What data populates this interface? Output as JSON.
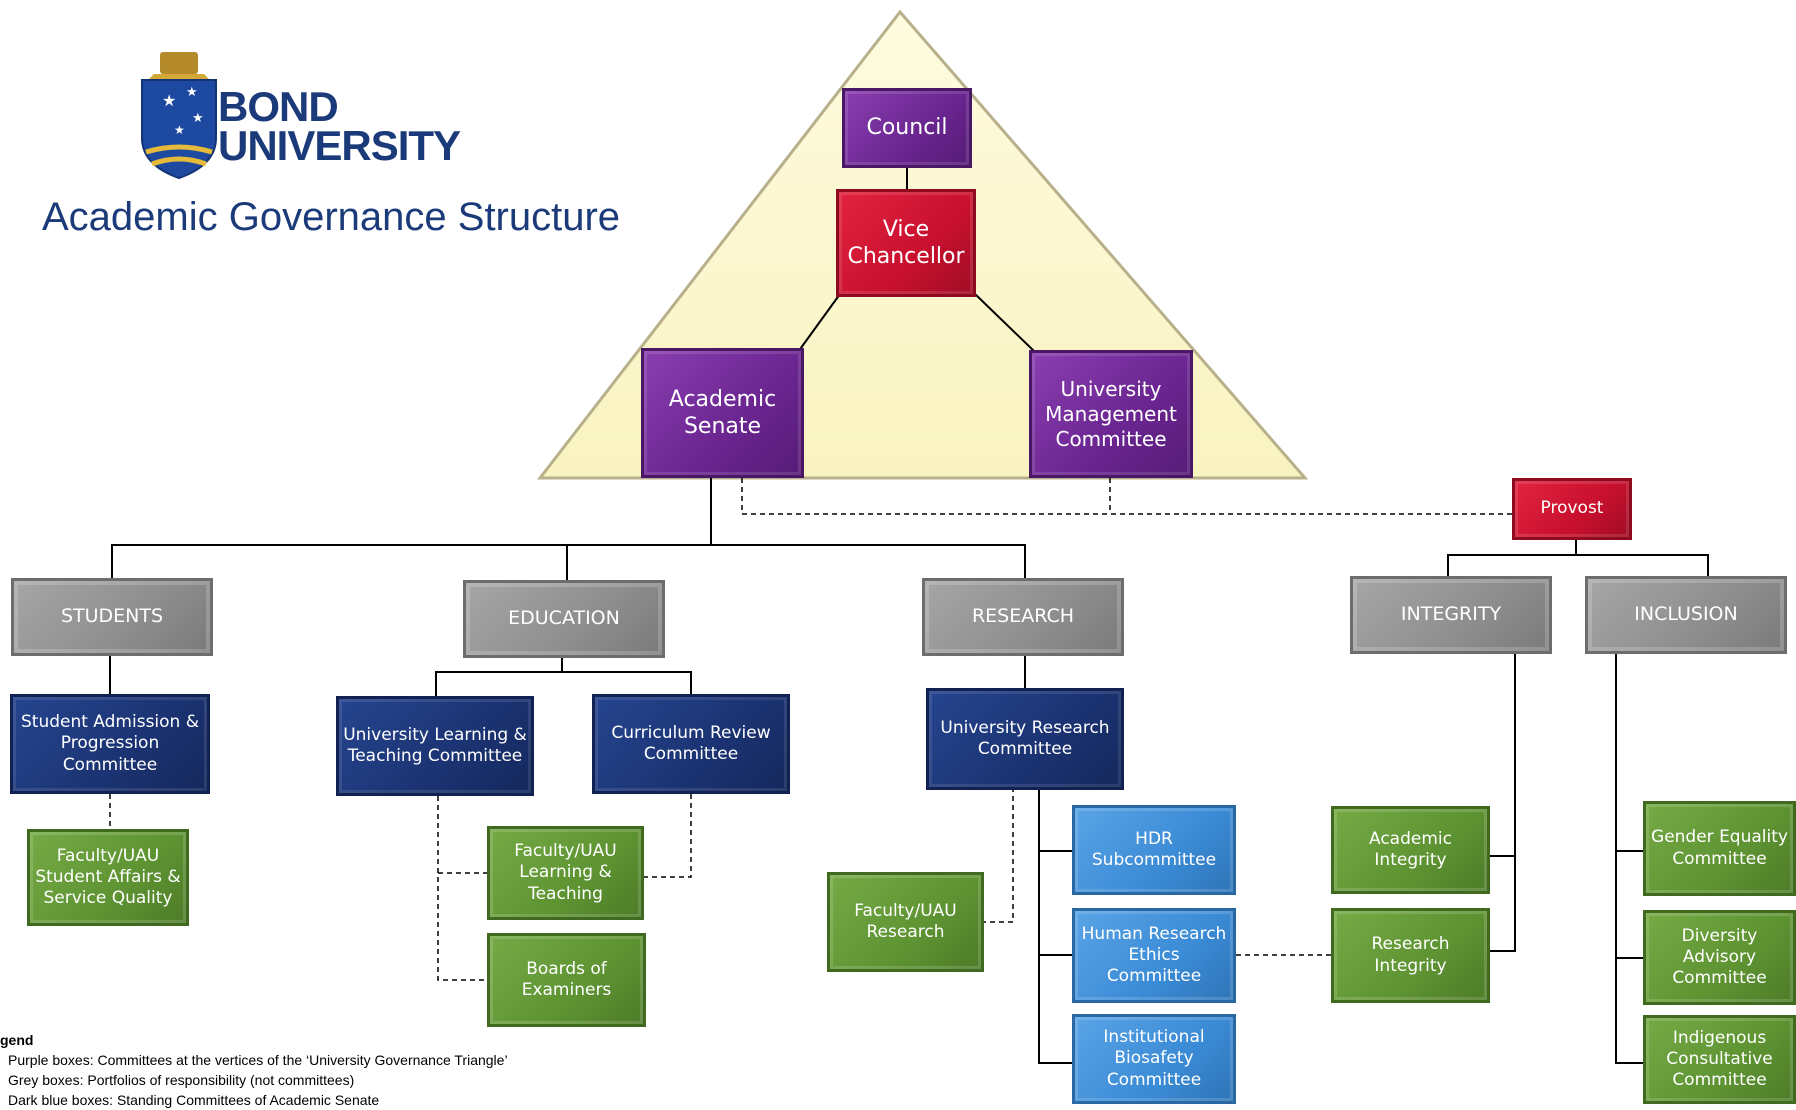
{
  "branding": {
    "logo_line1": "BOND",
    "logo_line2": "UNIVERSITY",
    "title": "Academic Governance Structure"
  },
  "nodes": {
    "council": "Council",
    "vice_chancellor": "Vice Chancellor",
    "academic_senate": "Academic Senate",
    "umc": "University Management Committee",
    "provost": "Provost",
    "students": "STUDENTS",
    "education": "EDUCATION",
    "research": "RESEARCH",
    "integrity": "INTEGRITY",
    "inclusion": "INCLUSION",
    "student_admission": "Student Admission & Progression Committee",
    "faculty_student_affairs": "Faculty/UAU Student Affairs & Service Quality",
    "ult": "University Learning & Teaching Committee",
    "curriculum_review": "Curriculum Review Committee",
    "faculty_lt": "Faculty/UAU Learning & Teaching",
    "boards_examiners": "Boards of Examiners",
    "urc": "University Research Committee",
    "faculty_research": "Faculty/UAU Research",
    "hdr": "HDR Subcommittee",
    "hrec": "Human Research Ethics Committee",
    "biosafety": "Institutional Biosafety Committee",
    "academic_integrity": "Academic Integrity",
    "research_integrity": "Research Integrity",
    "gender_equality": "Gender Equality Committee",
    "diversity": "Diversity Advisory Committee",
    "indigenous": "Indigenous Consultative Committee"
  },
  "legend": {
    "heading": "gend",
    "items": [
      "Purple boxes: Committees at the vertices of the ‘University Governance Triangle’",
      "Grey boxes: Portfolios of responsibility (not committees)",
      "Dark blue boxes: Standing Committees of Academic Senate"
    ]
  },
  "colors": {
    "purple": "#6a2590",
    "red": "#c8102e",
    "grey": "#8e8e8e",
    "navy": "#1b3372",
    "light_blue": "#3b8bd6",
    "green": "#5e9332",
    "triangle": "#fcf8cc",
    "brand_blue": "#1b3a7a"
  }
}
